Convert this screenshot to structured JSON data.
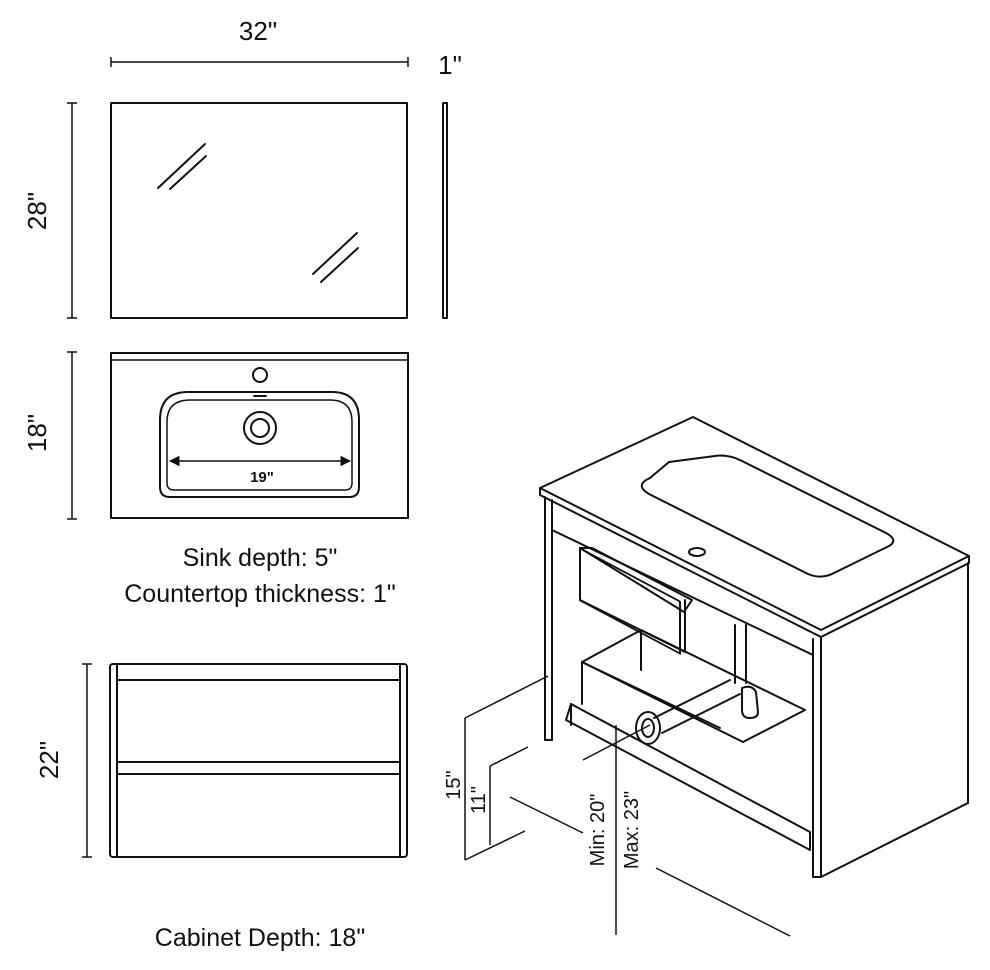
{
  "mirror": {
    "width_label": "32\"",
    "depth_label": "1\"",
    "height_label": "28\""
  },
  "top": {
    "height_label": "18\"",
    "basin_width_label": "19\"",
    "caption_lines": [
      "Sink depth: 5\"",
      "Countertop thickness: 1\""
    ]
  },
  "cabinet": {
    "height_label": "22\"",
    "caption": "Cabinet Depth: 18\""
  },
  "perspective": {
    "label_15": "15\"",
    "label_11": "11\"",
    "label_min": "Min: 20\"",
    "label_max": "Max: 23\""
  }
}
